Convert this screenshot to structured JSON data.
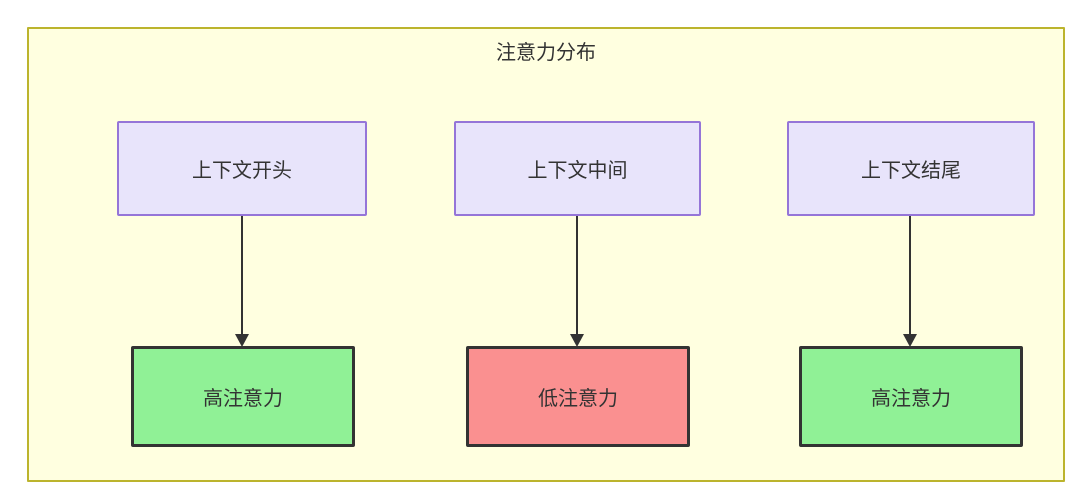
{
  "diagram": {
    "title": "注意力分布",
    "container": {
      "fill": "#ffffe0",
      "stroke": "#bcb42d"
    },
    "nodes": {
      "context": [
        {
          "id": "ctx-start",
          "label": "上下文开头",
          "fill": "#e8e4fb",
          "stroke": "#9575d8"
        },
        {
          "id": "ctx-middle",
          "label": "上下文中间",
          "fill": "#e8e4fb",
          "stroke": "#9575d8"
        },
        {
          "id": "ctx-end",
          "label": "上下文结尾",
          "fill": "#e8e4fb",
          "stroke": "#9575d8"
        }
      ],
      "attention": [
        {
          "id": "attn-start",
          "label": "高注意力",
          "level": "high",
          "fill": "#90f196",
          "stroke": "#333333"
        },
        {
          "id": "attn-middle",
          "label": "低注意力",
          "level": "low",
          "fill": "#fa9090",
          "stroke": "#333333"
        },
        {
          "id": "attn-end",
          "label": "高注意力",
          "level": "high",
          "fill": "#90f196",
          "stroke": "#333333"
        }
      ]
    },
    "edges": [
      {
        "from": "ctx-start",
        "to": "attn-start",
        "label": ""
      },
      {
        "from": "ctx-middle",
        "to": "attn-middle",
        "label": ""
      },
      {
        "from": "ctx-end",
        "to": "attn-end",
        "label": ""
      }
    ],
    "edge_color": "#333333"
  }
}
